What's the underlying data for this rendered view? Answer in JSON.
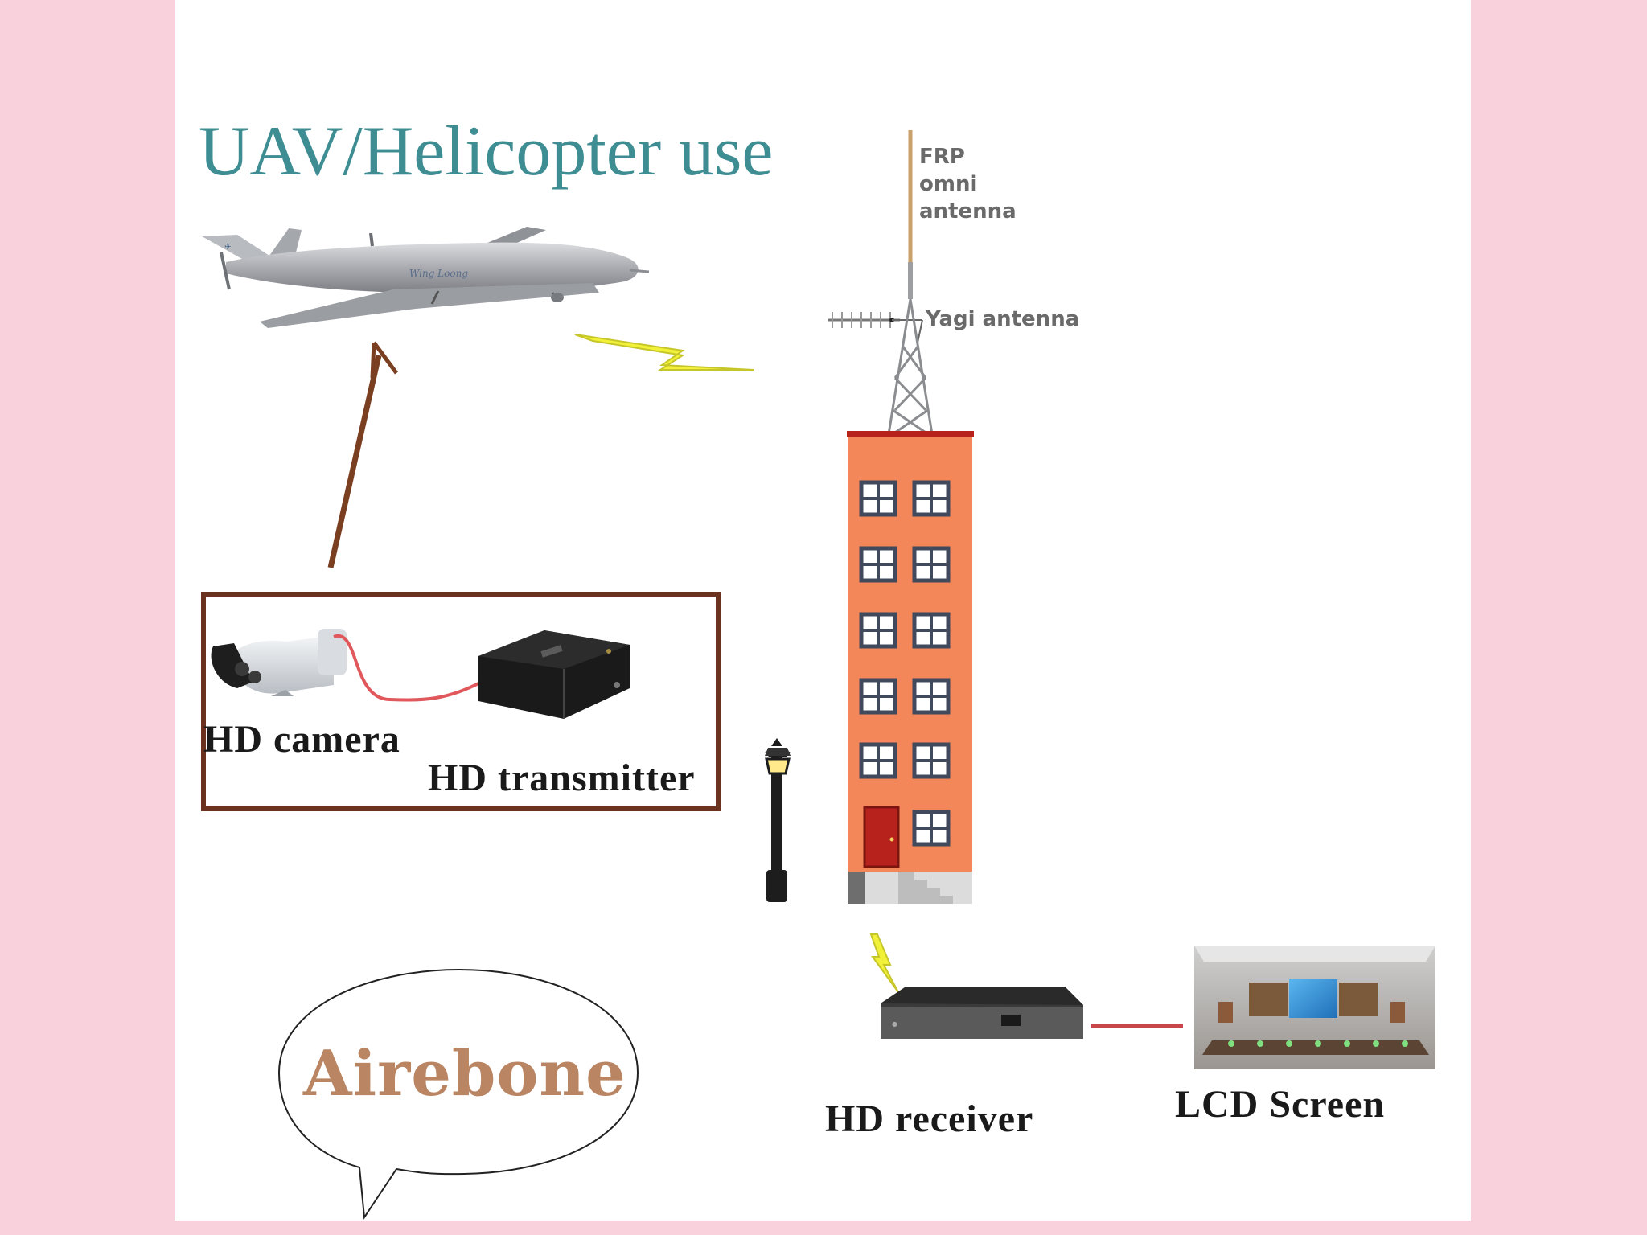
{
  "title": "UAV/Helicopter use",
  "antenna": {
    "frp_label": "FRP\nomni\nantenna",
    "yagi_label": "Yagi antenna"
  },
  "devices": {
    "camera_label": "HD camera",
    "transmitter_label": "HD transmitter",
    "receiver_label": "HD receiver",
    "screen_label": "LCD Screen"
  },
  "brand": "Airebone",
  "colors": {
    "page_background": "#f9d1dc",
    "title": "#3d8d92",
    "building": "#f4875a",
    "frame": "#6b321f",
    "arrow": "#7a3e21",
    "bolt": "#f1f13a",
    "cable": "#e0585c",
    "brand_text": "#b98562"
  }
}
